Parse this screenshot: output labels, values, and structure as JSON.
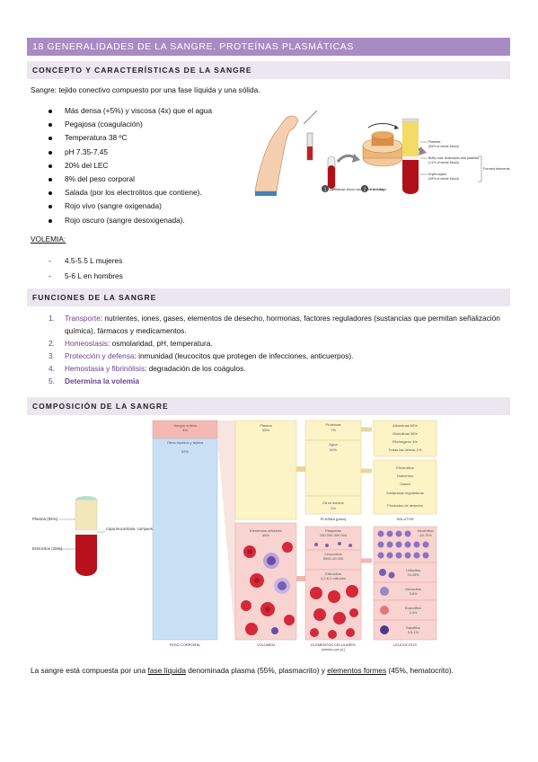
{
  "main_title": "18 GENERALIDADES DE LA SANGRE. PROTEÍNAS PLASMÁTICAS",
  "section1": {
    "title": "CONCEPTO Y CARACTERÍSTICAS DE LA SANGRE",
    "definition": "Sangre: tejido conectivo compuesto por una fase líquida y una sólida.",
    "bullets": [
      "Más densa (+5%) y viscosa (4x) que el agua",
      "Pegajosa (coagulación)",
      "Temperatura 38 ºC",
      "pH 7.35-7.45",
      "20% del LEC",
      "8% del peso corporal",
      "Salada (por los electrolitos que contiene).",
      "Rojo vivo (sangre oxigenada)",
      "Rojo oscuro (sangre desoxigenada)."
    ],
    "volemia_label": "VOLEMIA:",
    "volemia_items": [
      "4.5-5.5 L mujeres",
      "5-6 L en hombres"
    ]
  },
  "figure1": {
    "step1": "Withdraw blood and place in tube",
    "step1_num": "1",
    "step2": "Centrifuge",
    "step2_num": "2",
    "plasma": "Plasma",
    "plasma_sub": "(55% of whole blood)",
    "buffy": "Buffy coat: leukocytes and platelets",
    "buffy_sub": "(<1% of whole blood)",
    "ery": "Erythrocytes",
    "ery_sub": "(45% of whole blood)",
    "formed": "Formed elements"
  },
  "section2": {
    "title": "FUNCIONES DE LA SANGRE",
    "items": [
      {
        "num": "1.",
        "term": "Transporte",
        "rest": ": nutrientes, iones, gases, elementos de desecho, hormonas, factores reguladores (sustancias que permitan señalización química), fármacos y medicamentos."
      },
      {
        "num": "2.",
        "term": "Homeostasis",
        "rest": ": osmolaridad, pH, temperatura."
      },
      {
        "num": "3.",
        "term": "Protección y defensa",
        "rest": ": inmunidad (leucocitos que protegen de infecciones, anticuerpos)."
      },
      {
        "num": "4.",
        "term": "Hemostasia y fibrinólisis",
        "rest": ": degradación de los coágulos."
      },
      {
        "num": "5.",
        "term": "Determina la volemia",
        "rest": ""
      }
    ]
  },
  "section3": {
    "title": "COMPOSICIÓN DE LA SANGRE",
    "tube_plasma": "Plasma (55%)",
    "tube_buffy": "Capa leucocitaria, compuesta de leucocitos y plaquetas",
    "tube_ery": "Eritrocitos (45%)",
    "col1": {
      "top": "Sangre entera",
      "top_pct": "8%",
      "body": "Otros líquidos y tejidos",
      "body_pct": "92%",
      "label": "PESO CORPORAL"
    },
    "col2": {
      "plasma": "Plasma",
      "plasma_pct": "55%",
      "cells": "Elementos celulares",
      "cells_pct": "45%",
      "label": "VOLUMEN"
    },
    "col3": {
      "prot": "Proteínas",
      "prot_pct": "7%",
      "agua": "Agua",
      "agua_pct": "92%",
      "otros": "Otros solutos",
      "otros_pct": "1%",
      "label_plasma": "PLASMA (peso)",
      "plaq": "Plaquetas",
      "plaq_val": "150 000-400 000",
      "leuco": "Leucocitos",
      "leuco_val": "5000-10 000",
      "eri": "Eritrocitos",
      "eri_val": "4,2-6,2 millones",
      "label_cells": "ELEMENTOS CELULARES",
      "label_cells_sub": "(número por μL)"
    },
    "col4": {
      "alb": "Albúminas 60%",
      "glob": "Globulinas 36%",
      "fib": "Fibrinógeno 4%",
      "todas": "Todas las demás 1%",
      "electro": "Electrolitos",
      "nutri": "Nutrientes",
      "gases": "Gases",
      "sust": "Sustancias reguladoras",
      "prod": "Productos de desecho",
      "label_solutos": "SOLUTOS",
      "neut": "Neutrófilos",
      "neut_pct": "40-70%",
      "linf": "Linfocitos",
      "linf_pct": "20-25%",
      "mono": "Monocitos",
      "mono_pct": "3-8%",
      "eos": "Eosinófilos",
      "eos_pct": "2-4%",
      "baso": "Basófilos",
      "baso_pct": "0,5-1%",
      "label_leuco": "LEUCOCITOS"
    }
  },
  "summary": {
    "pre": "La sangre está compuesta por una ",
    "fase": "fase líquida",
    "mid": " denominada plasma (55%, plasmacrito) y ",
    "elem": "elementos formes",
    "post": " (45%, hematocrito)."
  }
}
